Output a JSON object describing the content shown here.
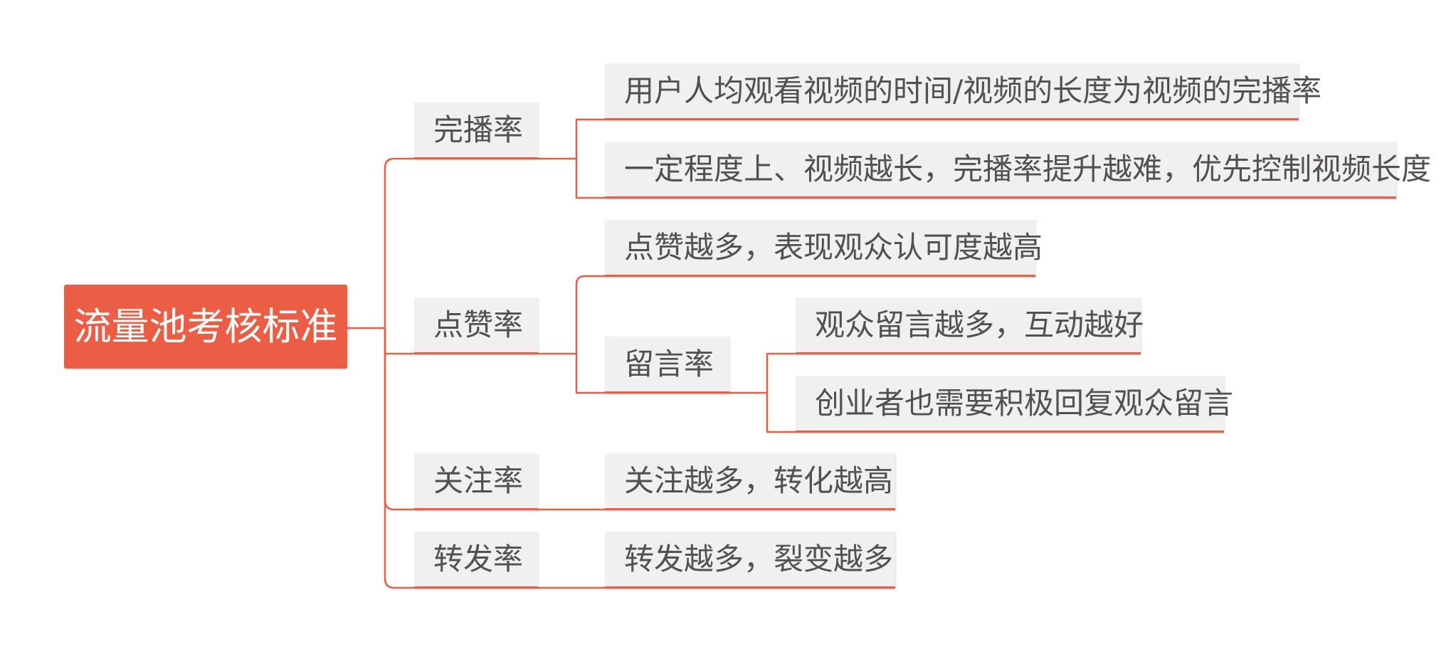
{
  "diagram": {
    "type": "mind-map",
    "accent_color": "#e85d43",
    "root_fill": "#eb5e45",
    "node_fill": "#f0f0f0",
    "text_color": "#555050",
    "root": {
      "label": "流量池考核标准"
    },
    "branches": [
      {
        "label": "完播率",
        "children": [
          {
            "label": "用户人均观看视频的时间/视频的长度为视频的完播率"
          },
          {
            "label": "一定程度上、视频越长，完播率提升越难，优先控制视频长度"
          }
        ]
      },
      {
        "label": "点赞率",
        "children": [
          {
            "label": "点赞越多，表现观众认可度越高"
          },
          {
            "label": "留言率",
            "children": [
              {
                "label": "观众留言越多，互动越好"
              },
              {
                "label": "创业者也需要积极回复观众留言"
              }
            ]
          }
        ]
      },
      {
        "label": "关注率",
        "children": [
          {
            "label": "关注越多，转化越高"
          }
        ]
      },
      {
        "label": "转发率",
        "children": [
          {
            "label": "转发越多，裂变越多"
          }
        ]
      }
    ]
  }
}
